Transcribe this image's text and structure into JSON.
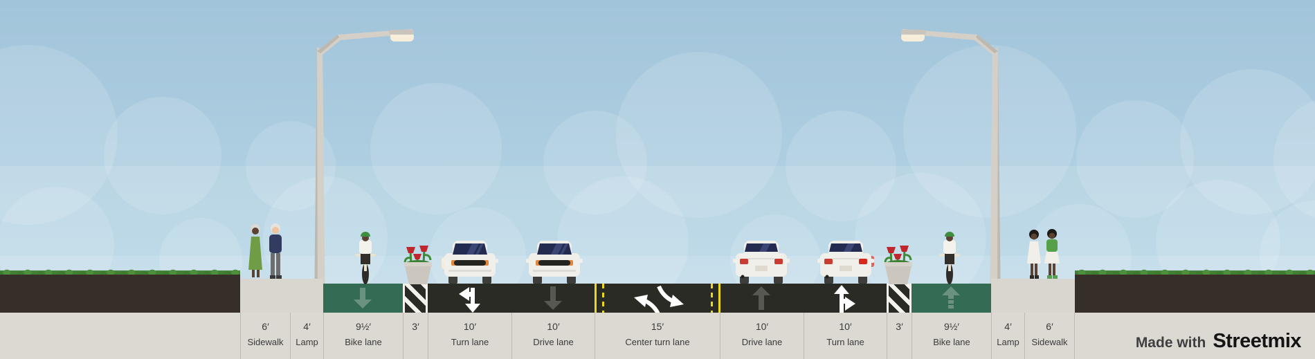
{
  "branding": {
    "made_with": "Made with",
    "app_name": "Streetmix"
  },
  "segments": [
    {
      "width": "6′",
      "name": "Sidewalk"
    },
    {
      "width": "4′",
      "name": "Lamp"
    },
    {
      "width": "9½′",
      "name": "Bike lane"
    },
    {
      "width": "3′",
      "name": ""
    },
    {
      "width": "10′",
      "name": "Turn lane"
    },
    {
      "width": "10′",
      "name": "Drive lane"
    },
    {
      "width": "15′",
      "name": "Center turn lane"
    },
    {
      "width": "10′",
      "name": "Drive lane"
    },
    {
      "width": "10′",
      "name": "Turn lane"
    },
    {
      "width": "3′",
      "name": ""
    },
    {
      "width": "9½′",
      "name": "Bike lane"
    },
    {
      "width": "4′",
      "name": "Lamp"
    },
    {
      "width": "6′",
      "name": "Sidewalk"
    }
  ],
  "colors": {
    "sky_top": "#a2c4da",
    "sky_bottom": "#b9d8e7",
    "asphalt": "#2b2b26",
    "bike_lane_green": "#336b54",
    "sidewalk": "#d9d6cf",
    "label_background": "#dcd9d2",
    "label_text": "#3a3a3a",
    "lane_line_yellow": "#ecd71c",
    "marking_white": "#f4f2ec",
    "dirt": "#362e28",
    "grass": "#47853a"
  }
}
